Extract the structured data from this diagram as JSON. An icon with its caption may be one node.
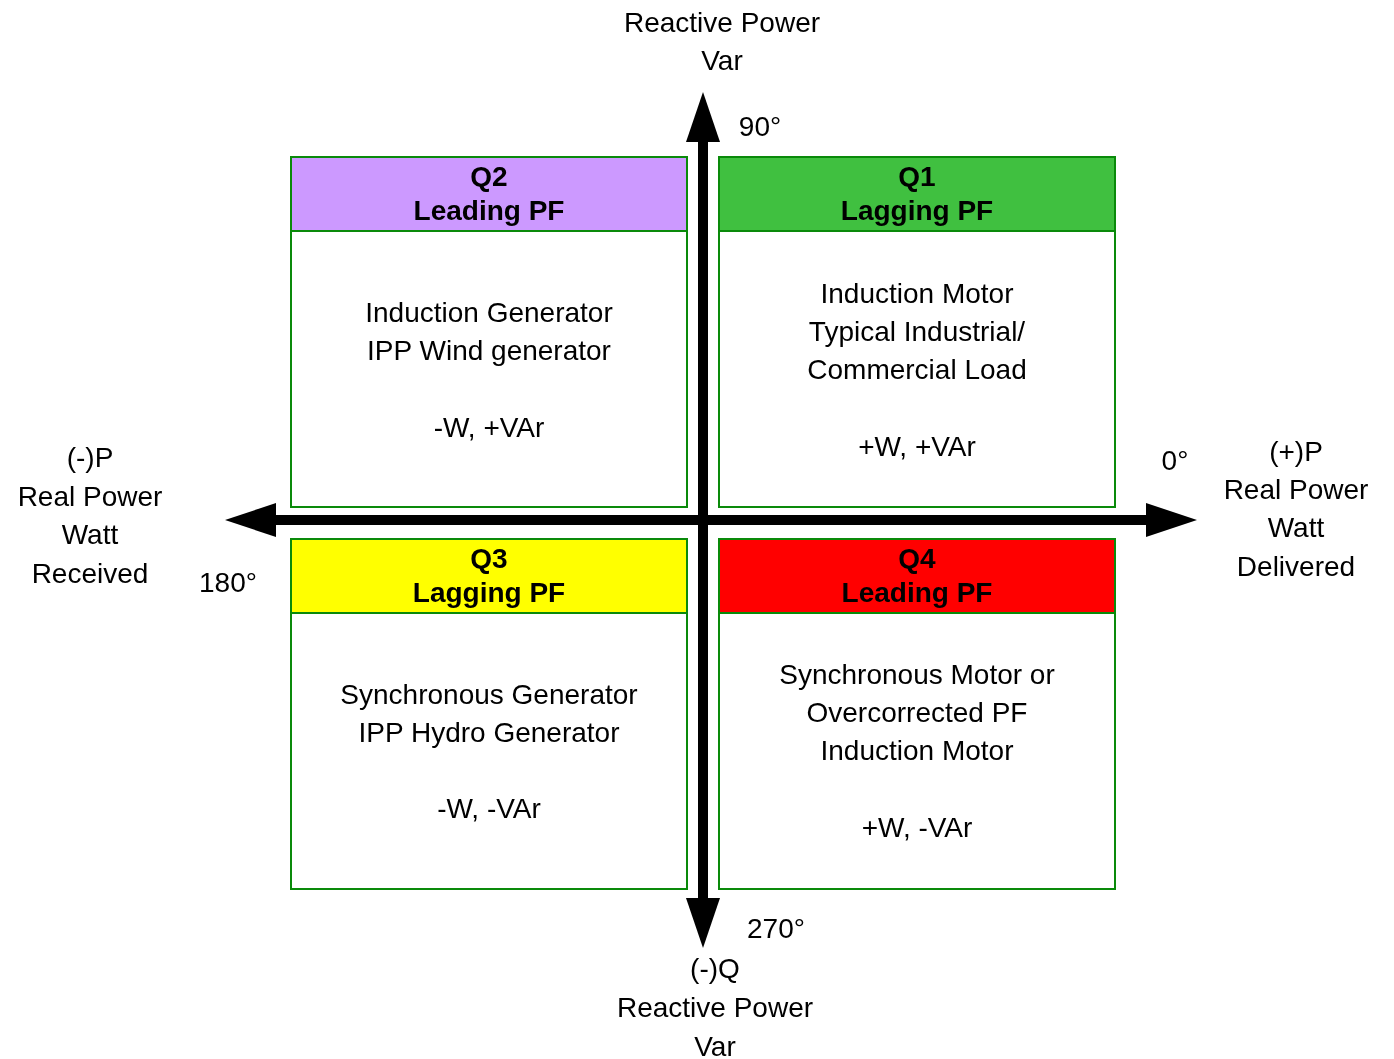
{
  "diagram": {
    "nodes": [
      {
        "text": [
          "Q2",
          "Leading PF",
          "Induction Generator IPP Wind generator",
          "-W, +VAr"
        ]
      },
      {
        "text": [
          "Q1",
          "Lagging PF",
          "Induction Motor Typical Industrial/ Commercial Load",
          "+W, +VAr"
        ]
      },
      {
        "text": [
          "Q3",
          "Lagging PF",
          "Synchronous Generator IPP Hydro Generator",
          "-W, -VAr"
        ]
      },
      {
        "text": [
          "Q4",
          "Leading PF",
          "Synchronous Motor or Overcorrected PF Induction Motor",
          "+W, -VAr"
        ]
      }
    ],
    "labels": [
      "Reactive Power",
      "Var",
      "90°",
      "(-)P",
      "Real Power",
      "Watt",
      "Received",
      "0°",
      "(+)P",
      "Real Power",
      "Watt",
      "Delivered",
      "180°",
      "270°",
      "(-)Q",
      "Reactive Power",
      "Var"
    ]
  }
}
